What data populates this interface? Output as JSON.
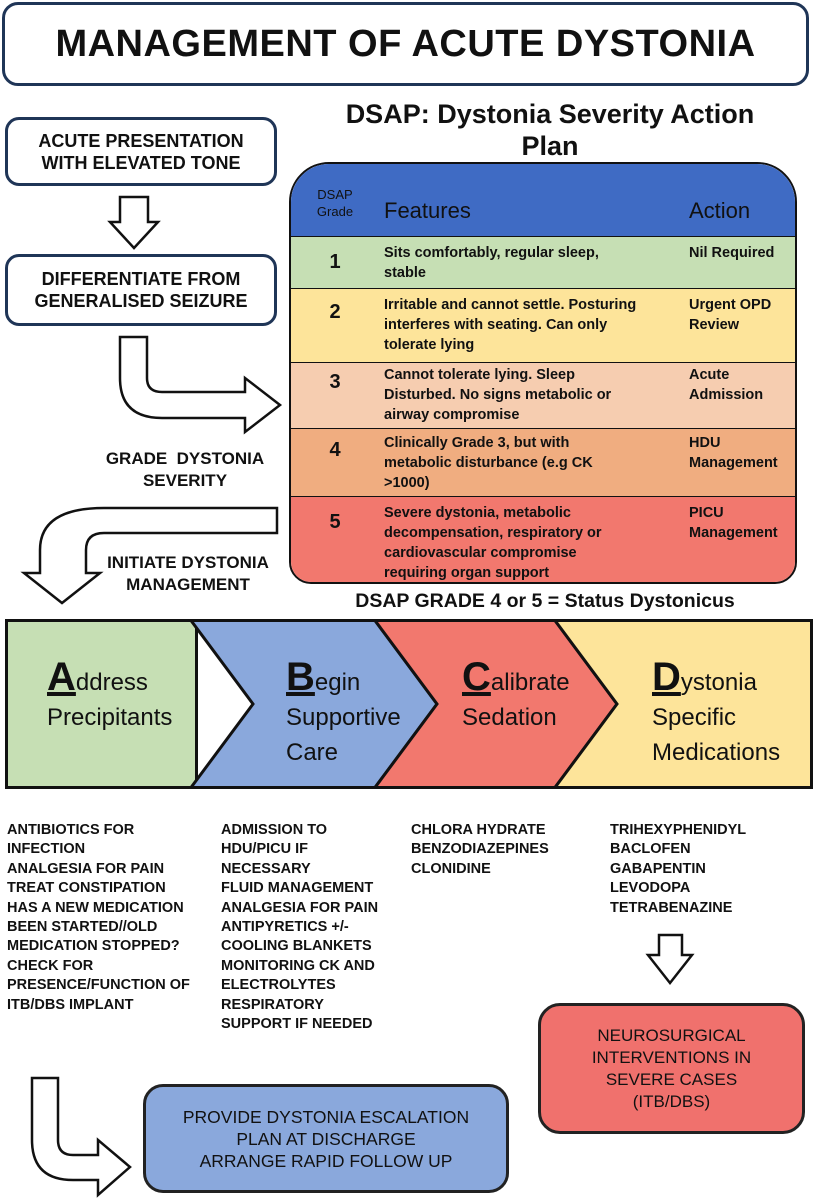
{
  "title": "MANAGEMENT OF ACUTE DYSTONIA",
  "flow": {
    "step1": "ACUTE PRESENTATION\nWITH ELEVATED TONE",
    "step2": "DIFFERENTIATE FROM\nGENERALISED SEIZURE",
    "grade_label": "GRADE  DYSTONIA\nSEVERITY",
    "initiate_label": "INITIATE DYSTONIA\nMANAGEMENT"
  },
  "dsap": {
    "title": "DSAP: Dystonia Severity Action\nPlan",
    "header": {
      "grade": "DSAP\nGrade",
      "features": "Features",
      "action": "Action"
    },
    "rows": [
      {
        "grade": "1",
        "features": "Sits comfortably, regular sleep,\nstable",
        "action": "Nil Required",
        "color": "#c6dfb4"
      },
      {
        "grade": "2",
        "features": "Irritable and cannot settle. Posturing\ninterferes with seating. Can only\ntolerate lying",
        "action": "Urgent OPD\nReview",
        "color": "#fde49a"
      },
      {
        "grade": "3",
        "features": "Cannot tolerate lying. Sleep\nDisturbed. No signs metabolic or\nairway compromise",
        "action": "Acute\nAdmission",
        "color": "#f6cdb0"
      },
      {
        "grade": "4",
        "features": "Clinically Grade 3, but with\nmetabolic disturbance (e.g CK\n>1000)",
        "action": "HDU\nManagement",
        "color": "#f0ad80"
      },
      {
        "grade": "5",
        "features": "Severe dystonia, metabolic\ndecompensation, respiratory or\ncardiovascular compromise\nrequiring organ support",
        "action": "PICU\nManagement",
        "color": "#f2786e"
      }
    ],
    "header_color": "#3f6bc4",
    "status": "DSAP GRADE 4 or 5 = Status Dystonicus"
  },
  "abcd": [
    {
      "letter": "A",
      "rest1": "ddress",
      "line2": "Precipitants",
      "line3": "",
      "color": "#c6dfb4"
    },
    {
      "letter": "B",
      "rest1": "egin",
      "line2": "Supportive",
      "line3": "Care",
      "color": "#8aa8dc"
    },
    {
      "letter": "C",
      "rest1": "alibrate",
      "line2": "Sedation",
      "line3": "",
      "color": "#f2786e"
    },
    {
      "letter": "D",
      "rest1": "ystonia",
      "line2": "Specific",
      "line3": "Medications",
      "color": "#fde49a"
    }
  ],
  "columns": {
    "a": "ANTIBIOTICS FOR\nINFECTION\nANALGESIA FOR PAIN\nTREAT CONSTIPATION\nHAS A NEW MEDICATION\nBEEN STARTED//OLD\nMEDICATION STOPPED?\nCHECK FOR\nPRESENCE/FUNCTION OF\nITB/DBS IMPLANT",
    "b": "ADMISSION TO\nHDU/PICU IF\nNECESSARY\nFLUID MANAGEMENT\nANALGESIA FOR PAIN\nANTIPYRETICS +/-\nCOOLING BLANKETS\nMONITORING CK AND\nELECTROLYTES\nRESPIRATORY\nSUPPORT IF NEEDED",
    "c": "CHLORA HYDRATE\nBENZODIAZEPINES\nCLONIDINE",
    "d": "TRIHEXYPHENIDYL\nBACLOFEN\nGABAPENTIN\nLEVODOPA\nTETRABENAZINE"
  },
  "neuro": "NEUROSURGICAL\nINTERVENTIONS IN\nSEVERE CASES\n(ITB/DBS)",
  "escalation": "PROVIDE DYSTONIA ESCALATION\nPLAN AT DISCHARGE\nARRANGE RAPID FOLLOW UP"
}
